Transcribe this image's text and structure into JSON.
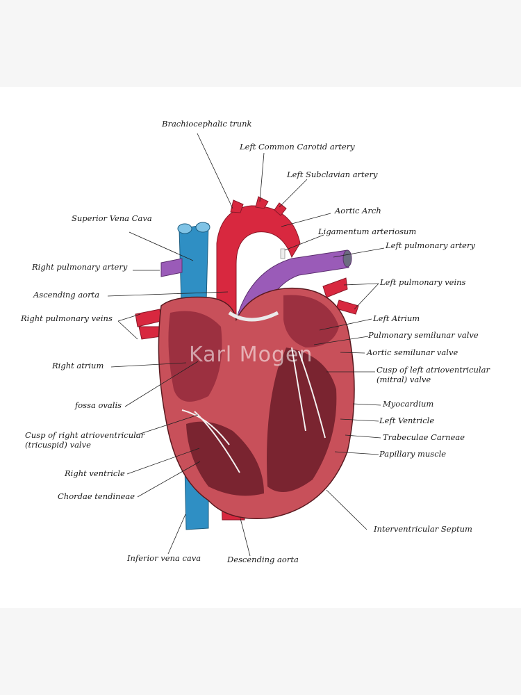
{
  "page": {
    "background_color": "#f6f6f6",
    "canvas_color": "#ffffff"
  },
  "watermark": {
    "text": "Karl Mogen"
  },
  "diagram": {
    "subject": "Human heart anatomy (internal cross-section, watercolor illustration)",
    "colors": {
      "artery_red": "#d8283f",
      "vein_blue": "#2f8fc4",
      "pulmonary_purple": "#9a5bb8",
      "myocardium": "#c8505a",
      "chamber_dark": "#7a2430"
    },
    "labels": {
      "brachiocephalic_trunk": "Brachiocephalic trunk",
      "left_common_carotid": "Left Common Carotid artery",
      "left_subclavian": "Left Subclavian artery",
      "aortic_arch": "Aortic Arch",
      "ligamentum_arteriosum": "Ligamentum arteriosum",
      "left_pulmonary_artery": "Left pulmonary artery",
      "superior_vena_cava": "Superior Vena Cava",
      "right_pulmonary_artery": "Right pulmonary artery",
      "ascending_aorta": "Ascending aorta",
      "right_pulmonary_veins": "Right pulmonary veins",
      "left_pulmonary_veins": "Left pulmonary veins",
      "left_atrium": "Left Atrium",
      "pulmonary_semilunar_valve": "Pulmonary semilunar valve",
      "aortic_semilunar_valve": "Aortic semilunar valve",
      "cusp_left_av_line1": "Cusp of left atrioventricular",
      "cusp_left_av_line2": "(mitral) valve",
      "right_atrium": "Right atrium",
      "fossa_ovalis": "fossa ovalis",
      "cusp_right_av_line1": "Cusp of right atrioventricular",
      "cusp_right_av_line2": "(tricuspid) valve",
      "myocardium": "Myocardium",
      "left_ventricle": "Left Ventricle",
      "trabeculae_carneae": "Trabeculae Carneae",
      "papillary_muscle": "Papillary muscle",
      "right_ventricle": "Right ventricle",
      "chordae_tendineae": "Chordae tendineae",
      "interventricular_septum": "Interventricular Septum",
      "inferior_vena_cava": "Inferior vena cava",
      "descending_aorta": "Descending aorta"
    }
  }
}
